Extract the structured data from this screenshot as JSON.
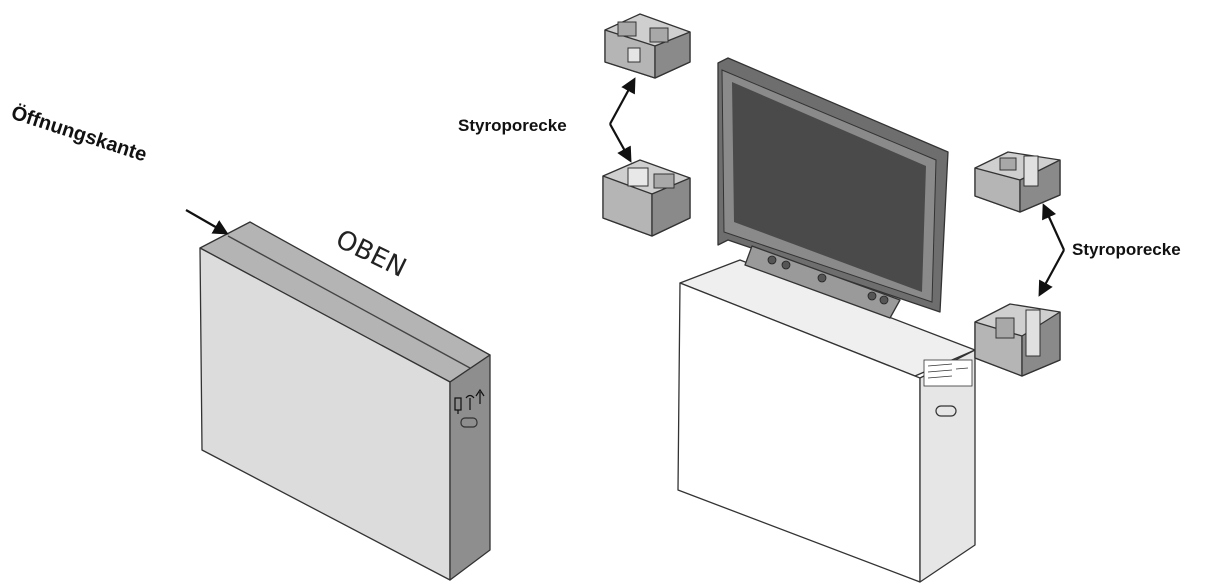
{
  "labels": {
    "opening_edge": "Öffnungskante",
    "top": "OBEN",
    "foam_corner_top": "Styroporecke",
    "foam_corner_right": "Styroporecke"
  },
  "colors": {
    "box_front": "#dcdcdc",
    "box_top": "#b4b4b4",
    "box_side": "#8e8e8e",
    "foam_light": "#cfcfcf",
    "foam_dark": "#8a8a8a",
    "monitor_frame": "#6e6e6e",
    "monitor_screen": "#4a4a4a",
    "carton_white": "#ffffff"
  },
  "icons": [
    "fragile-icon",
    "keep-dry-icon",
    "this-side-up-icon",
    "handle-hole-icon"
  ]
}
